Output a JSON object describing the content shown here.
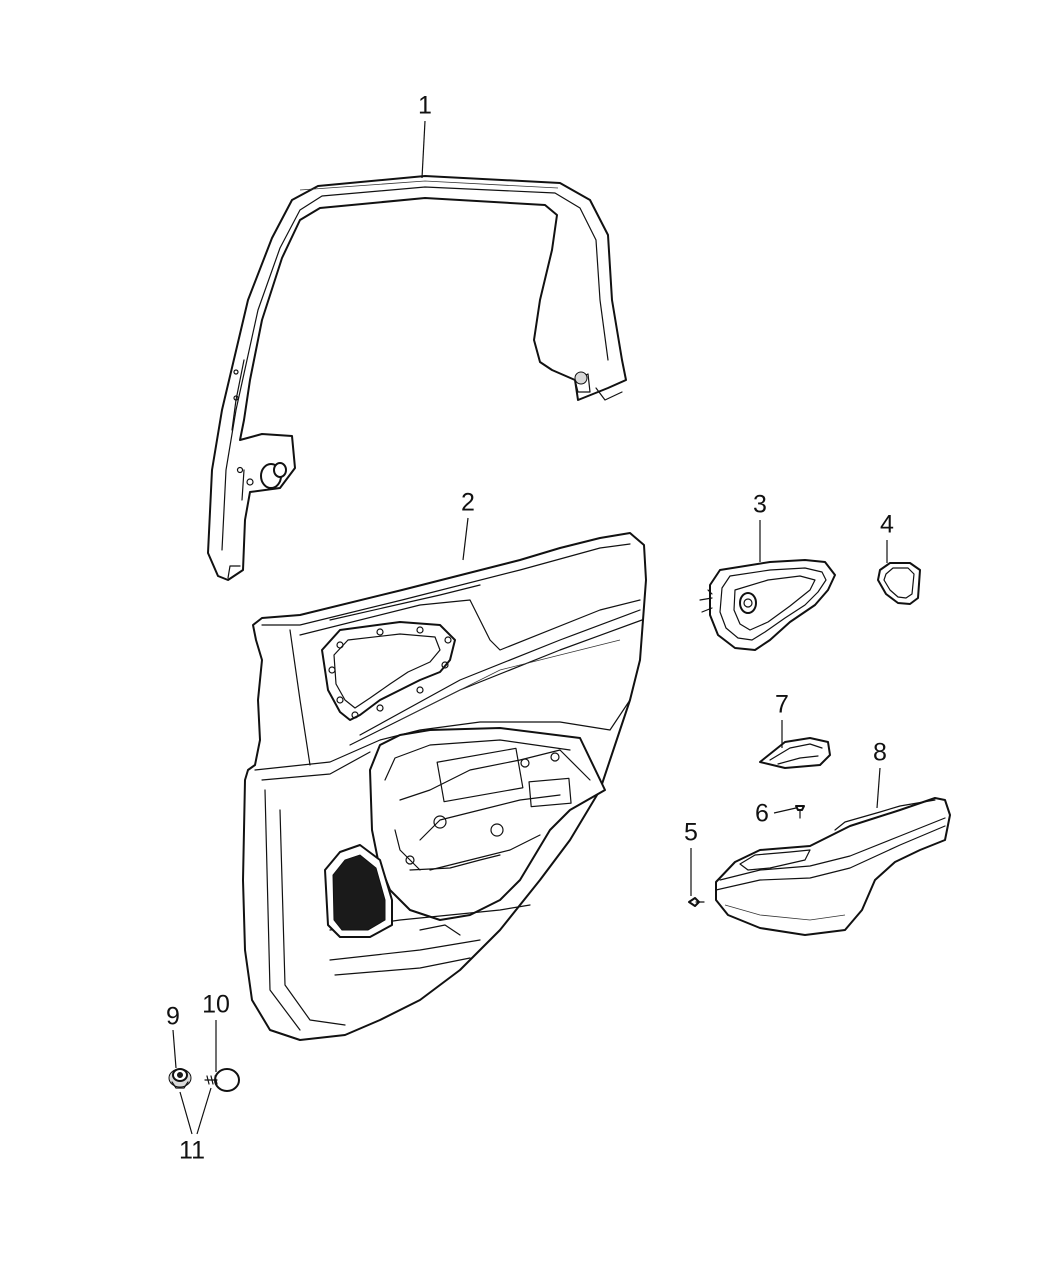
{
  "callouts": {
    "c1": "1",
    "c2": "2",
    "c3": "3",
    "c4": "4",
    "c5": "5",
    "c6": "6",
    "c7": "7",
    "c8": "8",
    "c9": "9",
    "c10": "10",
    "c11": "11"
  },
  "parts": [
    {
      "callout": "1",
      "part": "door-frame-trim-molding"
    },
    {
      "callout": "2",
      "part": "rear-door-trim-panel"
    },
    {
      "callout": "3",
      "part": "inside-door-handle-bezel"
    },
    {
      "callout": "4",
      "part": "handle-cup-insert"
    },
    {
      "callout": "5",
      "part": "screw"
    },
    {
      "callout": "6",
      "part": "screw"
    },
    {
      "callout": "7",
      "part": "switch-bezel-cover"
    },
    {
      "callout": "8",
      "part": "armrest"
    },
    {
      "callout": "9",
      "part": "push-pin-fastener"
    },
    {
      "callout": "10",
      "part": "push-pin-fastener"
    },
    {
      "callout": "11",
      "part": "fastener-leader-pair"
    }
  ],
  "colors": {
    "line": "#111111",
    "background": "#ffffff",
    "speaker_grille": "#1a1a1a"
  }
}
